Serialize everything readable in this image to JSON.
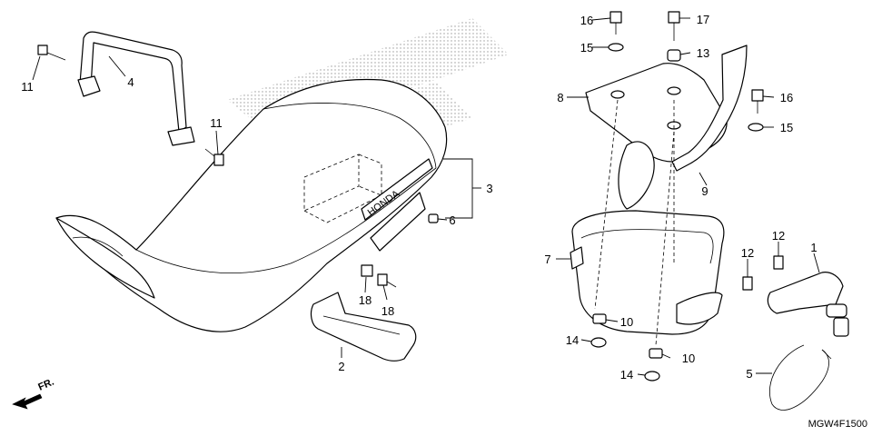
{
  "diagram_code": "MGW4F1500",
  "front_marker": "FR.",
  "callouts": [
    "11",
    "4",
    "11",
    "3",
    "6",
    "18",
    "18",
    "2",
    "16",
    "15",
    "8",
    "17",
    "13",
    "16",
    "15",
    "9",
    "7",
    "10",
    "14",
    "10",
    "14",
    "12",
    "1",
    "12",
    "5"
  ],
  "emblem_text": "HONDA"
}
